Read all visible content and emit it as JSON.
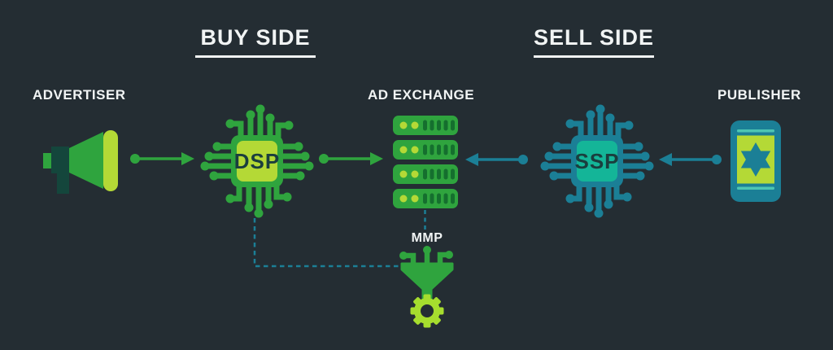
{
  "headings": {
    "buy_side": "BUY SIDE",
    "sell_side": "SELL SIDE"
  },
  "nodes": {
    "advertiser": {
      "label": "ADVERTISER",
      "icon": "megaphone-icon"
    },
    "dsp": {
      "label": "DSP",
      "icon": "processor-chip-icon"
    },
    "ad_exchange": {
      "label": "AD EXCHANGE",
      "icon": "server-stack-icon"
    },
    "ssp": {
      "label": "SSP",
      "icon": "processor-chip-icon"
    },
    "publisher": {
      "label": "PUBLISHER",
      "icon": "smartphone-star-icon"
    },
    "mmp": {
      "label": "MMP",
      "icon": "funnel-gear-icon"
    }
  },
  "connections": [
    {
      "from": "advertiser",
      "to": "dsp",
      "style": "solid-arrow",
      "color": "#2fa43e"
    },
    {
      "from": "dsp",
      "to": "ad_exchange",
      "style": "solid-arrow",
      "color": "#2fa43e"
    },
    {
      "from": "ssp",
      "to": "ad_exchange",
      "style": "solid-arrow",
      "color": "#1b7f96"
    },
    {
      "from": "publisher",
      "to": "ssp",
      "style": "solid-arrow",
      "color": "#1b7f96"
    },
    {
      "from": "ad_exchange",
      "to": "mmp",
      "style": "dashed-line",
      "color": "#1b7f96"
    },
    {
      "from": "dsp",
      "to": "mmp",
      "style": "dashed-line",
      "color": "#1b7f96"
    }
  ],
  "colors": {
    "background": "#242d33",
    "text": "#f1f4f4",
    "green": "#2fa43e",
    "green_bright": "#b4d936",
    "green_dark": "#156f2e",
    "green_deep": "#14463c",
    "gear_green": "#a6dd2e",
    "teal": "#1b7f96",
    "teal_bright": "#14b598",
    "teal_light": "#4cc5b3",
    "chip_text": "#1a3e3e"
  }
}
